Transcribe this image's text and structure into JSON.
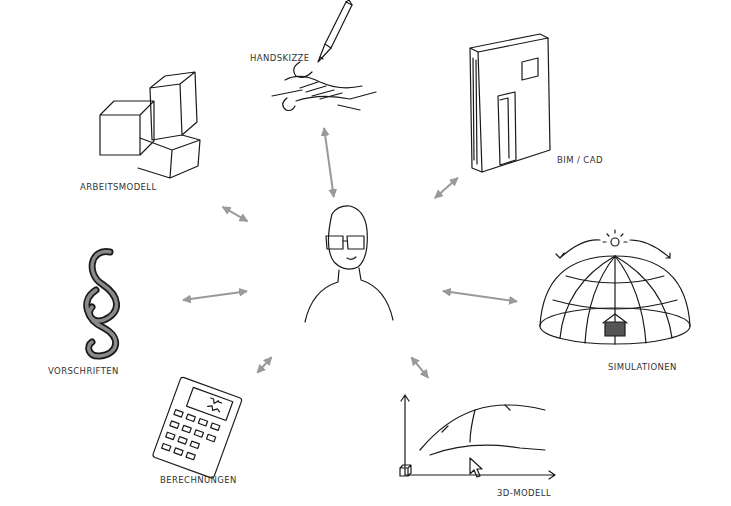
{
  "diagram": {
    "nodes": [
      {
        "text": []
      },
      {
        "text": [
          "HANDSKIZZE"
        ]
      },
      {
        "text": [
          "BIM / CAD"
        ]
      },
      {
        "text": [
          "ARBEITSMODELL"
        ]
      },
      {
        "text": [
          "SIMULATIONEN"
        ]
      },
      {
        "text": [
          "VORSCHRIFTEN"
        ]
      },
      {
        "text": [
          "BERECHNUNGEN"
        ]
      },
      {
        "text": [
          "3D-MODELL"
        ]
      }
    ],
    "edges": [
      {
        "from": 0,
        "to": 1,
        "arrow": "both"
      },
      {
        "from": 0,
        "to": 2,
        "arrow": "both"
      },
      {
        "from": 0,
        "to": 3,
        "arrow": "both"
      },
      {
        "from": 0,
        "to": 4,
        "arrow": "both"
      },
      {
        "from": 0,
        "to": 5,
        "arrow": "both"
      },
      {
        "from": 0,
        "to": 6,
        "arrow": "both"
      },
      {
        "from": 0,
        "to": 7,
        "arrow": "both"
      }
    ]
  }
}
